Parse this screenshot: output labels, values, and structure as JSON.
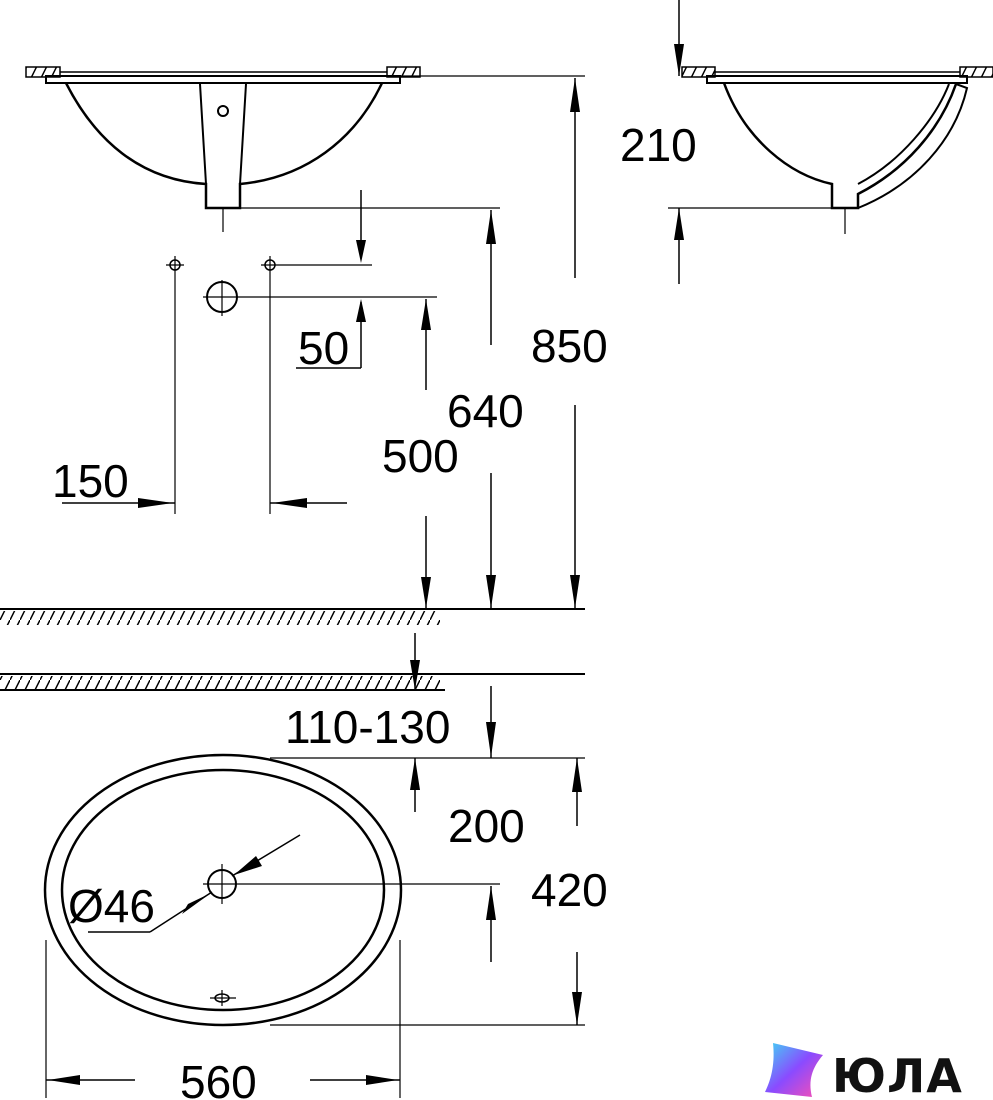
{
  "dimensions": {
    "overall_height": "850",
    "outlet_height": "640",
    "supply_height": "500",
    "supply_spacing": "150",
    "supply_offset": "50",
    "bowl_depth": "210",
    "countertop_range": "110-130",
    "drain_offset": "200",
    "basin_depth": "420",
    "drain_diameter": "Ø46",
    "basin_width": "560"
  },
  "watermark": {
    "text": "ЮЛА"
  },
  "colors": {
    "line": "#000000",
    "background": "#ffffff",
    "logo_start": "#3fd7f4",
    "logo_mid": "#8a4bff",
    "logo_end": "#ff4fb0"
  }
}
